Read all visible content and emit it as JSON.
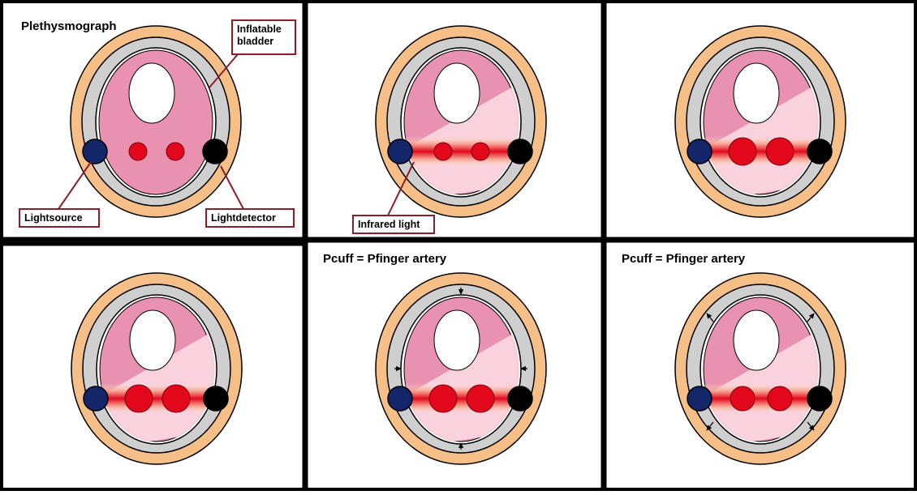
{
  "colors": {
    "border": "#000000",
    "outer_ring": "#f7bf88",
    "cuff": "#cfcfcf",
    "finger": "#e991b1",
    "bone": "#ffffff",
    "artery": "#e3071c",
    "light_source": "#14266a",
    "light_detector": "#000000",
    "callout": "#8c1d2b"
  },
  "panels": [
    {
      "title": "Plethysmograph",
      "callouts": [
        {
          "text": "Inflatable\nbladder"
        },
        {
          "text": "Lightsource"
        },
        {
          "text": "Lightdetector"
        }
      ],
      "light_beam": false,
      "artery_size": "small",
      "cuff_arrows": "none"
    },
    {
      "title": "",
      "callouts": [
        {
          "text": "Infrared light"
        }
      ],
      "light_beam": true,
      "artery_size": "small",
      "cuff_arrows": "none"
    },
    {
      "title": "",
      "callouts": [],
      "light_beam": true,
      "artery_size": "large",
      "cuff_arrows": "none"
    },
    {
      "title": "",
      "callouts": [],
      "light_beam": true,
      "artery_size": "large",
      "cuff_arrows": "none"
    },
    {
      "title": "Pcuff = Pfinger artery",
      "callouts": [],
      "light_beam": true,
      "artery_size": "large",
      "cuff_arrows": "inward"
    },
    {
      "title": "Pcuff = Pfinger artery",
      "callouts": [],
      "light_beam": true,
      "artery_size": "medium",
      "cuff_arrows": "outward"
    }
  ]
}
